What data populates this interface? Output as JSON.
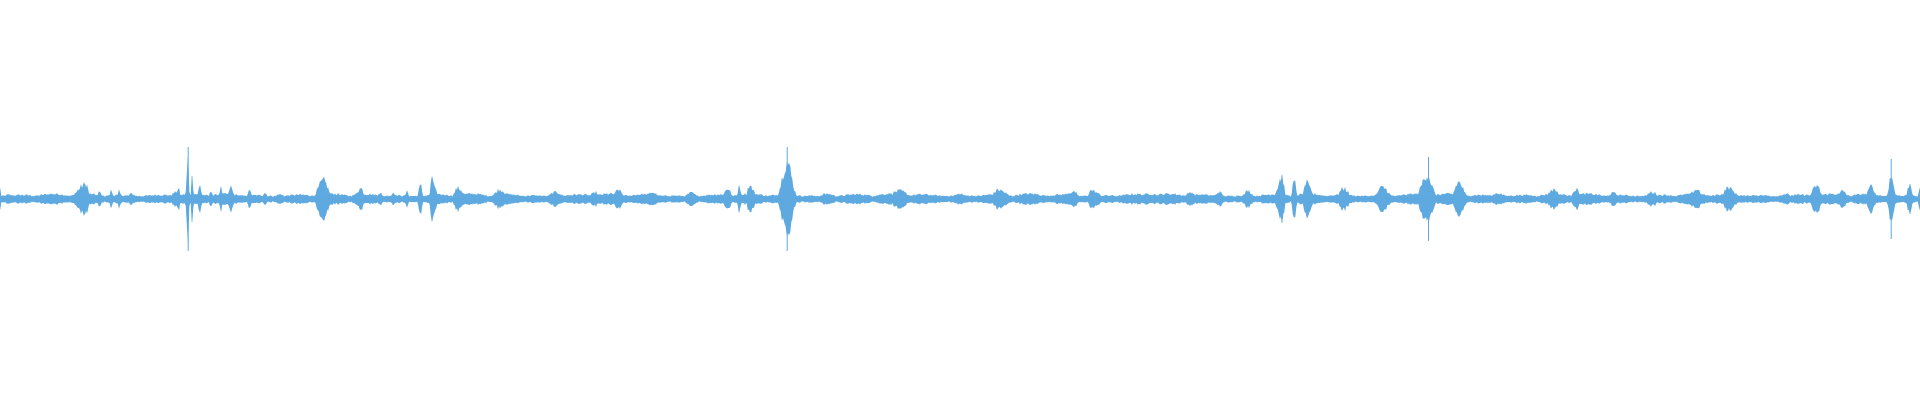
{
  "waveform": {
    "color": "#5ea9e0",
    "background": "#ffffff",
    "baseline_level": 0.03,
    "segments": [
      {
        "t": 0.0,
        "amp": 0.11
      },
      {
        "t": 0.003,
        "amp": 0.04
      },
      {
        "t": 0.045,
        "amp": 0.09
      },
      {
        "t": 0.052,
        "amp": 0.06
      },
      {
        "t": 0.058,
        "amp": 0.07
      },
      {
        "t": 0.062,
        "amp": 0.06
      },
      {
        "t": 0.068,
        "amp": 0.05
      },
      {
        "t": 0.093,
        "amp": 0.08
      },
      {
        "t": 0.098,
        "amp": 0.26
      },
      {
        "t": 0.1,
        "amp": 0.13
      },
      {
        "t": 0.104,
        "amp": 0.09
      },
      {
        "t": 0.11,
        "amp": 0.08
      },
      {
        "t": 0.115,
        "amp": 0.07
      },
      {
        "t": 0.12,
        "amp": 0.08
      },
      {
        "t": 0.13,
        "amp": 0.07
      },
      {
        "t": 0.138,
        "amp": 0.06
      },
      {
        "t": 0.145,
        "amp": 0.05
      },
      {
        "t": 0.168,
        "amp": 0.13
      },
      {
        "t": 0.188,
        "amp": 0.07
      },
      {
        "t": 0.198,
        "amp": 0.06
      },
      {
        "t": 0.205,
        "amp": 0.06
      },
      {
        "t": 0.212,
        "amp": 0.07
      },
      {
        "t": 0.219,
        "amp": 0.14
      },
      {
        "t": 0.225,
        "amp": 0.15
      },
      {
        "t": 0.238,
        "amp": 0.09
      },
      {
        "t": 0.26,
        "amp": 0.06
      },
      {
        "t": 0.29,
        "amp": 0.07
      },
      {
        "t": 0.31,
        "amp": 0.06
      },
      {
        "t": 0.322,
        "amp": 0.06
      },
      {
        "t": 0.34,
        "amp": 0.05
      },
      {
        "t": 0.36,
        "amp": 0.06
      },
      {
        "t": 0.38,
        "amp": 0.09
      },
      {
        "t": 0.385,
        "amp": 0.11
      },
      {
        "t": 0.39,
        "amp": 0.08
      },
      {
        "t": 0.41,
        "amp": 0.26
      },
      {
        "t": 0.43,
        "amp": 0.05
      },
      {
        "t": 0.47,
        "amp": 0.06
      },
      {
        "t": 0.5,
        "amp": 0.05
      },
      {
        "t": 0.52,
        "amp": 0.06
      },
      {
        "t": 0.56,
        "amp": 0.06
      },
      {
        "t": 0.568,
        "amp": 0.09
      },
      {
        "t": 0.6,
        "amp": 0.05
      },
      {
        "t": 0.62,
        "amp": 0.06
      },
      {
        "t": 0.635,
        "amp": 0.07
      },
      {
        "t": 0.65,
        "amp": 0.07
      },
      {
        "t": 0.668,
        "amp": 0.15
      },
      {
        "t": 0.674,
        "amp": 0.17
      },
      {
        "t": 0.68,
        "amp": 0.1
      },
      {
        "t": 0.7,
        "amp": 0.08
      },
      {
        "t": 0.72,
        "amp": 0.1
      },
      {
        "t": 0.744,
        "amp": 0.21
      },
      {
        "t": 0.76,
        "amp": 0.13
      },
      {
        "t": 0.78,
        "amp": 0.06
      },
      {
        "t": 0.81,
        "amp": 0.06
      },
      {
        "t": 0.82,
        "amp": 0.08
      },
      {
        "t": 0.84,
        "amp": 0.05
      },
      {
        "t": 0.86,
        "amp": 0.06
      },
      {
        "t": 0.884,
        "amp": 0.06
      },
      {
        "t": 0.9,
        "amp": 0.07
      },
      {
        "t": 0.93,
        "amp": 0.05
      },
      {
        "t": 0.946,
        "amp": 0.13
      },
      {
        "t": 0.96,
        "amp": 0.06
      },
      {
        "t": 0.975,
        "amp": 0.09
      },
      {
        "t": 0.985,
        "amp": 0.2
      },
      {
        "t": 0.995,
        "amp": 0.16
      },
      {
        "t": 1.0,
        "amp": 0.12
      }
    ]
  }
}
